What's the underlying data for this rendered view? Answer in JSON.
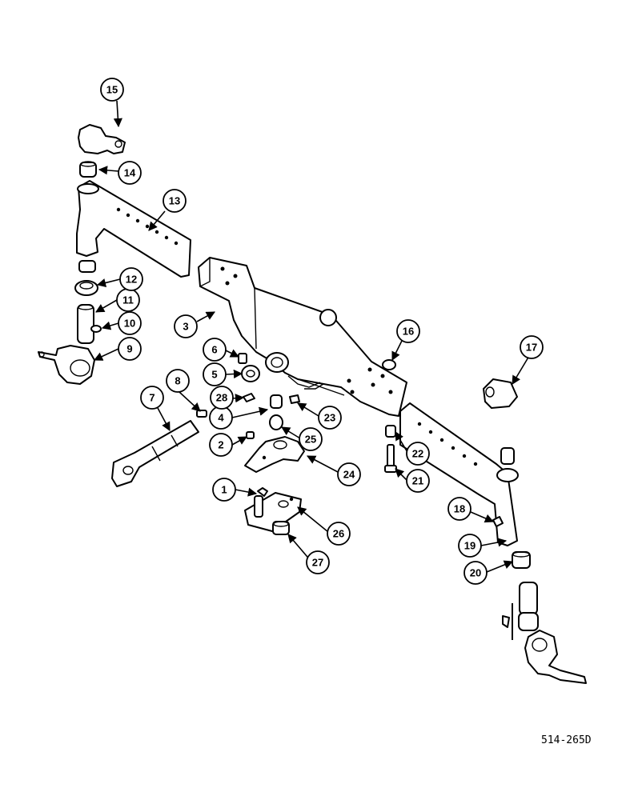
{
  "diagram": {
    "callouts": [
      "1",
      "2",
      "3",
      "4",
      "5",
      "6",
      "7",
      "8",
      "9",
      "10",
      "11",
      "12",
      "13",
      "14",
      "15",
      "16",
      "17",
      "18",
      "19",
      "20",
      "21",
      "22",
      "23",
      "24",
      "25",
      "26",
      "27",
      "28"
    ]
  },
  "ref_code": "514-265D"
}
